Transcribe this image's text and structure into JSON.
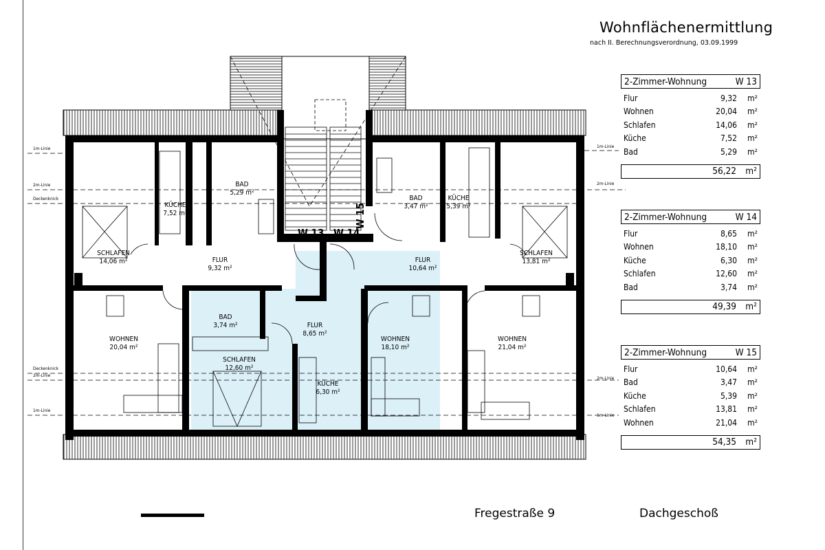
{
  "title": "Wohnflächenermittlung",
  "subtitle": "nach II. Berechnungsverordnung, 03.09.1999",
  "unit": "m²",
  "apartments": [
    {
      "name": "2-Zimmer-Wohnung",
      "id": "W 13",
      "rows": [
        {
          "room": "Flur",
          "area": "9,32"
        },
        {
          "room": "Wohnen",
          "area": "20,04"
        },
        {
          "room": "Schlafen",
          "area": "14,06"
        },
        {
          "room": "Küche",
          "area": "7,52"
        },
        {
          "room": "Bad",
          "area": "5,29"
        }
      ],
      "total": "56,22"
    },
    {
      "name": "2-Zimmer-Wohnung",
      "id": "W 14",
      "rows": [
        {
          "room": "Flur",
          "area": "8,65"
        },
        {
          "room": "Wohnen",
          "area": "18,10"
        },
        {
          "room": "Küche",
          "area": "6,30"
        },
        {
          "room": "Schlafen",
          "area": "12,60"
        },
        {
          "room": "Bad",
          "area": "3,74"
        }
      ],
      "total": "49,39"
    },
    {
      "name": "2-Zimmer-Wohnung",
      "id": "W 15",
      "rows": [
        {
          "room": "Flur",
          "area": "10,64"
        },
        {
          "room": "Bad",
          "area": "3,47"
        },
        {
          "room": "Küche",
          "area": "5,39"
        },
        {
          "room": "Schlafen",
          "area": "13,81"
        },
        {
          "room": "Wohnen",
          "area": "21,04"
        }
      ],
      "total": "54,35"
    }
  ],
  "plan": {
    "rooms": [
      {
        "name": "SCHLAFEN",
        "area": "14,06 m²"
      },
      {
        "name": "KÜCHE",
        "area": "7,52 m²"
      },
      {
        "name": "BAD",
        "area": "5,29 m²"
      },
      {
        "name": "FLUR",
        "area": "9,32 m²"
      },
      {
        "name": "BAD",
        "area": "3,47 m²"
      },
      {
        "name": "KÜCHE",
        "area": "5,39 m²"
      },
      {
        "name": "FLUR",
        "area": "10,64 m²"
      },
      {
        "name": "SCHLAFEN",
        "area": "13,81 m²"
      },
      {
        "name": "BAD",
        "area": "3,74 m²"
      },
      {
        "name": "FLUR",
        "area": "8,65 m²"
      },
      {
        "name": "WOHNEN",
        "area": "20,04 m²"
      },
      {
        "name": "SCHLAFEN",
        "area": "12,60 m²"
      },
      {
        "name": "KÜCHE",
        "area": "6,30 m²"
      },
      {
        "name": "WOHNEN",
        "area": "18,10 m²"
      },
      {
        "name": "WOHNEN",
        "area": "21,04 m²"
      }
    ],
    "unit_labels": [
      "W 13",
      "W 14",
      "W 15"
    ],
    "line_labels": {
      "one_m": "1m-Linie",
      "two_m": "2m-Linie",
      "knick": "Deckenknick"
    },
    "highlight_color": "#dcf0f8"
  },
  "footer": {
    "street": "Fregestraße 9",
    "floor": "Dachgeschoß"
  }
}
